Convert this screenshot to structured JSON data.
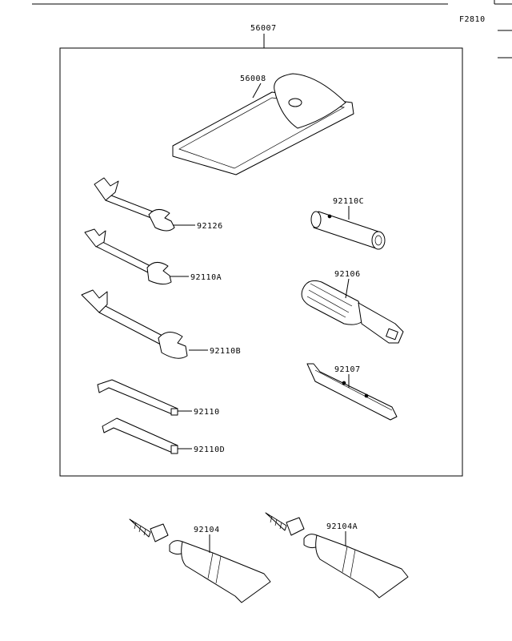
{
  "figure_code": "F2810",
  "parts": {
    "kit": "56007",
    "pouch": "56008",
    "wrench_small": "92126",
    "wrench_mid": "92110A",
    "wrench_large": "92110B",
    "hex_key": "92110",
    "hex_key_d": "92110D",
    "plug_spanner": "92110C",
    "handle": "92106",
    "screwdriver": "92107",
    "grease_tube": "92104",
    "grease_tube_a": "92104A"
  }
}
